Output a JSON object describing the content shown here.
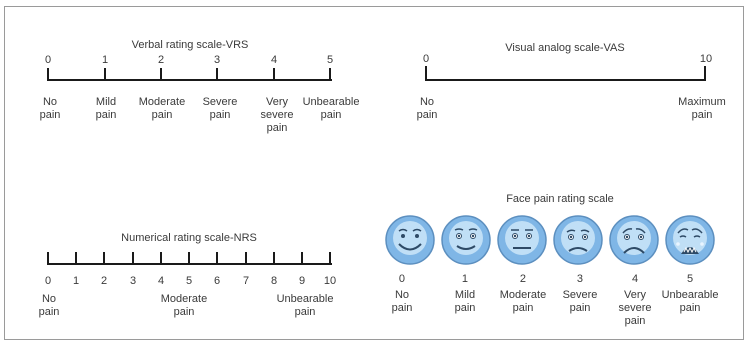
{
  "colors": {
    "line": "#1a1a1a",
    "text": "#3a3a3a",
    "face_fill": "#7fb6e6",
    "face_highlight": "#d6ecfb",
    "face_edge": "#5c8fbf",
    "face_feature": "#2e4a66"
  },
  "vrs": {
    "title": "Verbal rating scale-VRS",
    "numbers": [
      "0",
      "1",
      "2",
      "3",
      "4",
      "5"
    ],
    "labels": [
      {
        "l1": "No",
        "l2": "pain",
        "l3": ""
      },
      {
        "l1": "Mild",
        "l2": "pain",
        "l3": ""
      },
      {
        "l1": "Moderate",
        "l2": "pain",
        "l3": ""
      },
      {
        "l1": "Severe",
        "l2": "pain",
        "l3": ""
      },
      {
        "l1": "Very",
        "l2": "severe",
        "l3": "pain"
      },
      {
        "l1": "Unbearable",
        "l2": "pain",
        "l3": ""
      }
    ]
  },
  "vas": {
    "title": "Visual analog scale-VAS",
    "min": "0",
    "max": "10",
    "min_label": {
      "l1": "No",
      "l2": "pain"
    },
    "max_label": {
      "l1": "Maximum",
      "l2": "pain"
    }
  },
  "nrs": {
    "title": "Numerical rating scale-NRS",
    "numbers": [
      "0",
      "1",
      "2",
      "3",
      "4",
      "5",
      "6",
      "7",
      "8",
      "9",
      "10"
    ],
    "label_no": {
      "l1": "No",
      "l2": "pain"
    },
    "label_moderate": {
      "l1": "Moderate",
      "l2": "pain"
    },
    "label_unbearable": {
      "l1": "Unbearable",
      "l2": "pain"
    }
  },
  "faces": {
    "title": "Face pain rating scale",
    "items": [
      {
        "num": "0",
        "l1": "No",
        "l2": "pain",
        "l3": "",
        "icon": "smiling-face-icon"
      },
      {
        "num": "1",
        "l1": "Mild",
        "l2": "pain",
        "l3": "",
        "icon": "slight-smile-face-icon"
      },
      {
        "num": "2",
        "l1": "Moderate",
        "l2": "pain",
        "l3": "",
        "icon": "neutral-face-icon"
      },
      {
        "num": "3",
        "l1": "Severe",
        "l2": "pain",
        "l3": "",
        "icon": "frowning-face-icon"
      },
      {
        "num": "4",
        "l1": "Very",
        "l2": "severe",
        "l3": "pain",
        "icon": "sad-face-icon"
      },
      {
        "num": "5",
        "l1": "Unbearable",
        "l2": "pain",
        "l3": "",
        "icon": "crying-face-icon"
      }
    ]
  }
}
